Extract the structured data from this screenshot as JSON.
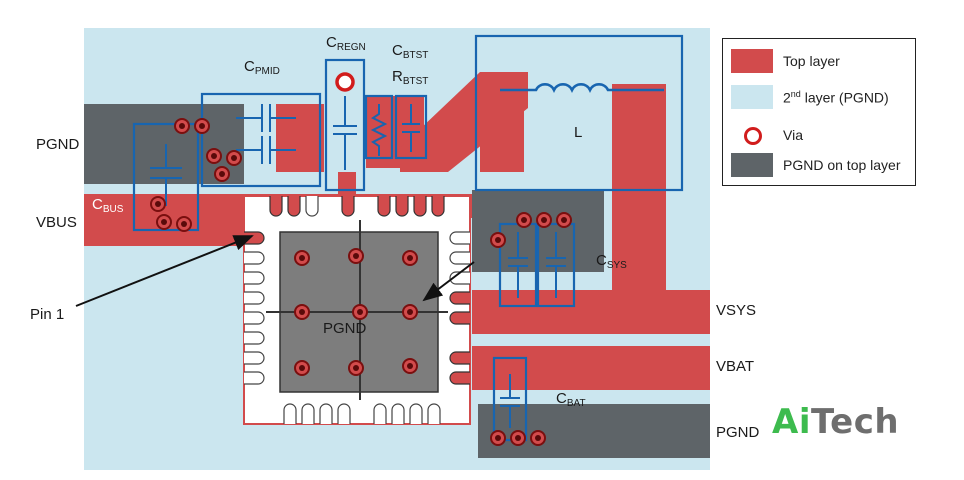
{
  "colors": {
    "top_layer": "#d24b4c",
    "second_layer": "#cbe6ef",
    "pgnd_top": "#5e6468",
    "via_ring": "#b31a1a",
    "outline_blue": "#1865b0",
    "chip_body": "#7d7d7d"
  },
  "labels": {
    "pgnd_left": "PGND",
    "vbus": "VBUS",
    "cbus_main": "C",
    "cbus_sub": "BUS",
    "cpmid_main": "C",
    "cpmid_sub": "PMID",
    "cregn_main": "C",
    "cregn_sub": "REGN",
    "cbtst_main": "C",
    "cbtst_sub": "BTST",
    "rbtst_main": "R",
    "rbtst_sub": "BTST",
    "inductor": "L",
    "pin1": "Pin 1",
    "pgnd_center": "PGND",
    "csys_main": "C",
    "csys_sub": "SYS",
    "vsys": "VSYS",
    "vbat": "VBAT",
    "cbat_main": "C",
    "cbat_sub": "BAT",
    "pgnd_bottom": "PGND"
  },
  "legend": {
    "items": [
      {
        "label": "Top layer",
        "swatch": "top_layer"
      },
      {
        "label_pre": "2",
        "label_sup": "nd",
        "label_post": " layer (PGND)",
        "swatch": "second_layer"
      },
      {
        "label": "Via",
        "swatch": "via"
      },
      {
        "label": "PGND on top layer",
        "swatch": "pgnd_top"
      }
    ]
  },
  "logo": {
    "part1": "Ai",
    "part2": "Tech"
  }
}
